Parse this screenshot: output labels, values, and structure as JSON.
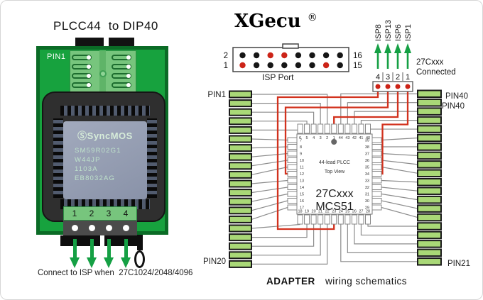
{
  "left_panel": {
    "title": "PLCC44  to DIP40",
    "pin1_label": "PIN1",
    "socket_numbers": [
      "1",
      "2",
      "3",
      "4"
    ],
    "chip_marking": {
      "brand": "ⓈSyncMOS",
      "line1": "SM59R02G1",
      "line2": "W44JP",
      "line3": "1103A",
      "line4": "EB8032AG"
    },
    "caption": "Connect to ISP when  27C1024/2048/4096"
  },
  "brand": {
    "logo": "XGecu",
    "registered": "®"
  },
  "isp_port": {
    "label": "ISP Port",
    "pin_top_left": "2",
    "pin_bottom_left": "1",
    "pin_top_right": "16",
    "pin_bottom_right": "15",
    "top_row_dots": [
      "black",
      "black",
      "red",
      "red",
      "black",
      "black",
      "black",
      "black"
    ],
    "bottom_row_dots": [
      "red",
      "black",
      "black",
      "black",
      "black",
      "black",
      "red",
      "black"
    ]
  },
  "isp_header": {
    "numbers": [
      "4",
      "3",
      "2",
      "1"
    ],
    "signals": [
      "ISP8",
      "ISP13",
      "ISP6",
      "ISP1"
    ],
    "note_line1": "27Cxxx",
    "note_line2": "Connected"
  },
  "dip": {
    "left_top_label": "PIN1",
    "left_bottom_label": "PIN20",
    "right_top_label": "PIN40",
    "right_top_label2": "PIN40",
    "right_bottom_label": "PIN21"
  },
  "plcc": {
    "center_line1": "44-lead PLCC",
    "center_line2": "Top View",
    "part_line1": "27Cxxx",
    "part_line2": "MCS51",
    "top_pins": [
      "6",
      "5",
      "4",
      "3",
      "2",
      "1",
      "44",
      "43",
      "42",
      "41",
      "40"
    ],
    "left_pins": [
      "7",
      "8",
      "9",
      "10",
      "11",
      "12",
      "13",
      "14",
      "15",
      "16",
      "17"
    ],
    "right_pins": [
      "39",
      "38",
      "37",
      "36",
      "35",
      "34",
      "33",
      "32",
      "31",
      "30",
      "29"
    ],
    "bottom_pins": [
      "18",
      "19",
      "20",
      "21",
      "22",
      "23",
      "24",
      "25",
      "26",
      "27",
      "28"
    ]
  },
  "footer": {
    "bold": "ADAPTER",
    "text": "wiring schematics"
  },
  "colors": {
    "board_green": "#17a23e",
    "panel_green": "#77c57d",
    "pad_green": "#a9d877",
    "wire_red": "#d2321e",
    "wire_gray": "#8c8c8c",
    "arrow_green": "#15a044",
    "dot_red": "#cc2418",
    "dot_black": "#161616"
  }
}
